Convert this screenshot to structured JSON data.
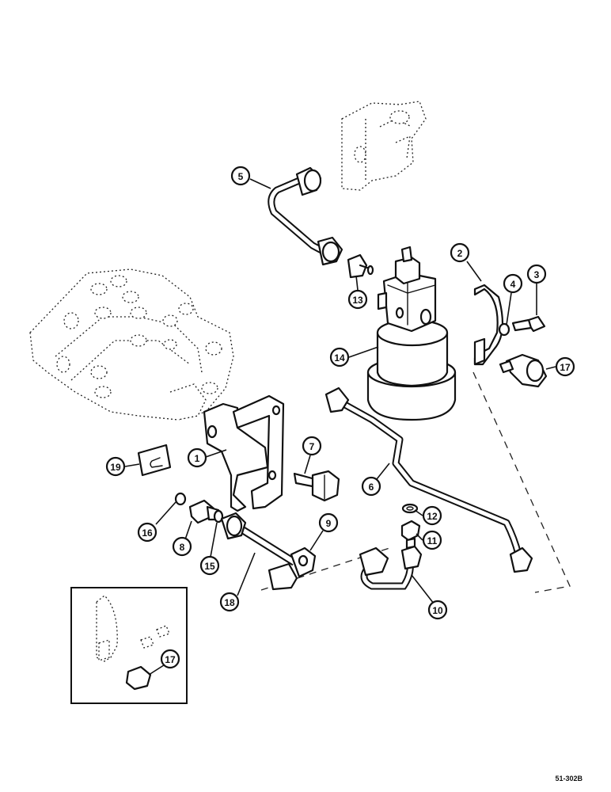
{
  "callouts": [
    {
      "id": "c1",
      "label": "1"
    },
    {
      "id": "c2",
      "label": "2"
    },
    {
      "id": "c3",
      "label": "3"
    },
    {
      "id": "c4",
      "label": "4"
    },
    {
      "id": "c5",
      "label": "5"
    },
    {
      "id": "c6",
      "label": "6"
    },
    {
      "id": "c7",
      "label": "7"
    },
    {
      "id": "c8",
      "label": "8"
    },
    {
      "id": "c9",
      "label": "9"
    },
    {
      "id": "c10",
      "label": "10"
    },
    {
      "id": "c11",
      "label": "11"
    },
    {
      "id": "c12",
      "label": "12"
    },
    {
      "id": "c13",
      "label": "13"
    },
    {
      "id": "c14",
      "label": "14"
    },
    {
      "id": "c15",
      "label": "15"
    },
    {
      "id": "c16",
      "label": "16"
    },
    {
      "id": "c17",
      "label": "17"
    },
    {
      "id": "c18",
      "label": "18"
    },
    {
      "id": "c19",
      "label": "19"
    },
    {
      "id": "c17b",
      "label": "17"
    }
  ],
  "reference_code": "51-302B"
}
